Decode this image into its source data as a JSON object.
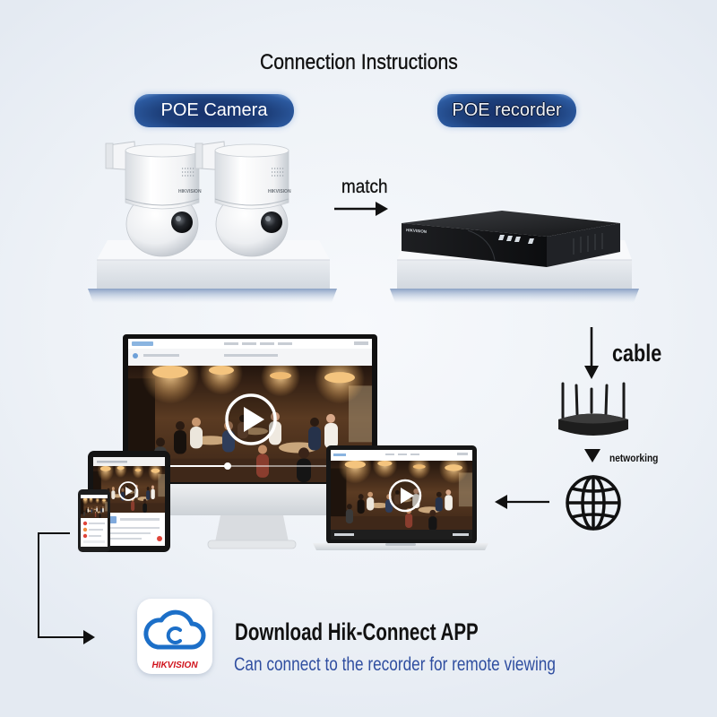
{
  "title": "Connection Instructions",
  "badges": {
    "camera": "POE Camera",
    "recorder": "POE recorder"
  },
  "labels": {
    "match": "match",
    "cable": "cable",
    "networking": "networking"
  },
  "app": {
    "title": "Download Hik-Connect APP",
    "subtitle": "Can connect to the recorder for remote viewing",
    "brand": "HIKVISION"
  },
  "icons": {
    "match_arrow": "arrow-right-icon",
    "cable_arrow": "arrow-down-icon",
    "router": "wifi-router-icon",
    "networking_arrow": "triangle-down-icon",
    "internet": "globe-icon",
    "to_devices_arrow": "arrow-left-icon",
    "to_app_arrow": "elbow-arrow-icon",
    "play": "play-icon",
    "app": "cloud-icon"
  },
  "colors": {
    "background": "#eef2f7",
    "text": "#111111",
    "badge": "#1d3f7a",
    "subtitle": "#2f4ea0",
    "brand_red": "#d0121b",
    "cloud_blue": "#1c6fc8"
  }
}
